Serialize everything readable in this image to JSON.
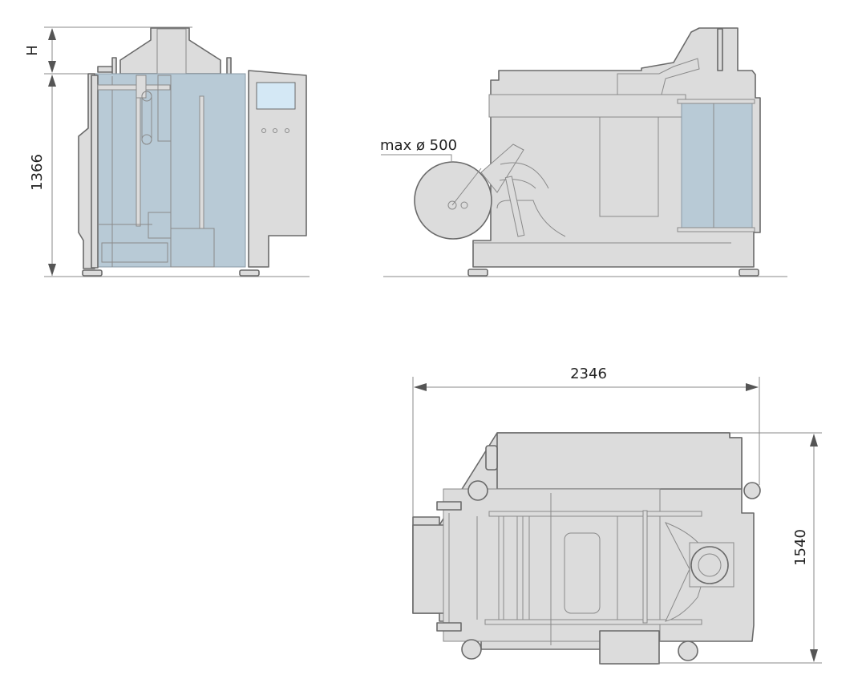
{
  "front_view": {
    "height_label": "1366",
    "top_label": "H"
  },
  "side_view": {
    "roll_label": "max ø 500"
  },
  "top_view": {
    "width_label": "2346",
    "depth_label": "1540"
  },
  "colors": {
    "body": "#dcdcdc",
    "outline": "#6a6a6a",
    "glass": "#b8cad6",
    "screen": "#d4e8f5"
  }
}
